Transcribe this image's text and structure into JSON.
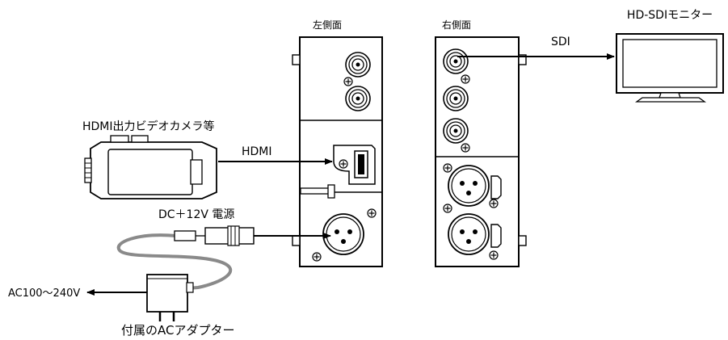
{
  "labels": {
    "left_side": "左側面",
    "right_side": "右側面",
    "monitor": "HD-SDIモニター",
    "sdi": "SDI",
    "hdmi_source": "HDMI出力ビデオカメラ等",
    "hdmi": "HDMI",
    "dc_power": "DC＋12V 電源",
    "ac_input": "AC100～240V",
    "adapter": "付属のACアダプター"
  },
  "colors": {
    "line": "#000000",
    "cable": "#8a8a8a",
    "background": "#ffffff"
  },
  "icons": {
    "camera": "camcorder-icon",
    "monitor": "monitor-icon",
    "adapter": "ac-adapter-icon",
    "bnc": "bnc-connector-icon",
    "xlr": "xlr-connector-icon",
    "screw": "screw-icon"
  }
}
